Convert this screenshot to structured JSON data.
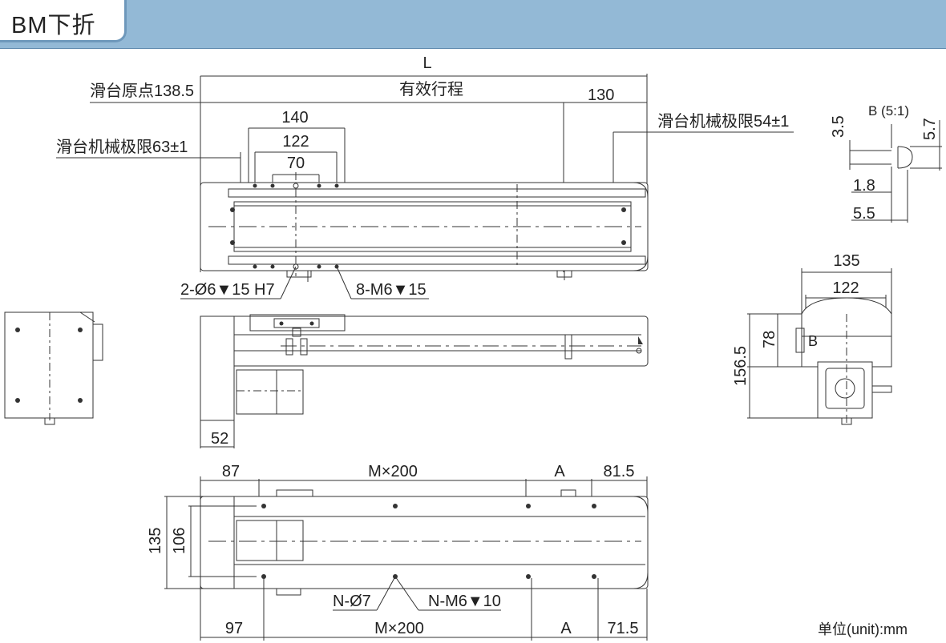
{
  "header": {
    "title": "BM下折"
  },
  "top_view": {
    "length_label": "L",
    "effective_stroke_label": "有效行程",
    "origin_label": "滑台原点138.5",
    "limit_left_label": "滑台机械极限63±1",
    "limit_right_label": "滑台机械极限54±1",
    "dim_130": "130",
    "dim_140": "140",
    "dim_122": "122",
    "dim_70": "70",
    "pin_hole_callout": "2-Ø6▼15 H7",
    "tap_hole_callout": "8-M6▼15"
  },
  "detail_b": {
    "title": "B (5:1)",
    "dim_35": "3.5",
    "dim_57": "5.7",
    "dim_18": "1.8",
    "dim_55": "5.5"
  },
  "side_view": {
    "dim_52": "52"
  },
  "end_view": {
    "dim_135": "135",
    "dim_122": "122",
    "dim_78": "78",
    "dim_1565": "156.5",
    "marker_b": "B"
  },
  "bottom_view": {
    "top_left": "87",
    "top_pitch": "M×200",
    "top_a": "A",
    "top_right": "81.5",
    "height_135": "135",
    "height_106": "106",
    "hole_n7": "N-Ø7",
    "hole_nm6": "N-M6▼10",
    "bottom_left": "97",
    "bottom_pitch": "M×200",
    "bottom_a": "A",
    "bottom_right": "71.5"
  },
  "unit_note": "单位(unit):mm"
}
